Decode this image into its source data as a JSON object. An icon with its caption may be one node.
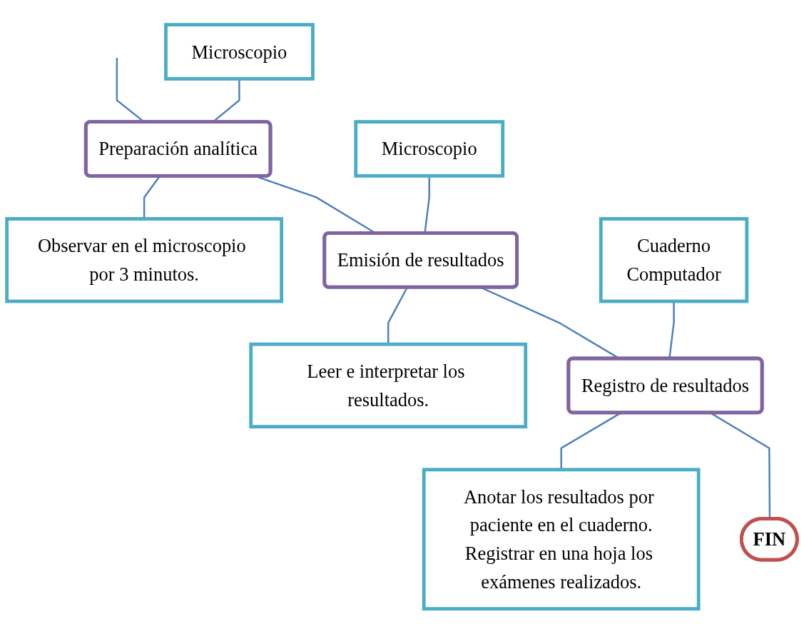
{
  "diagram": {
    "nodes": [
      {
        "text": [
          "Preparación analítica"
        ]
      },
      {
        "text": [
          "Microscopio"
        ]
      },
      {
        "text": [
          "Observar en el microscopio por 3 minutos."
        ]
      },
      {
        "text": [
          "Emisión de resultados"
        ]
      },
      {
        "text": [
          "Microscopio"
        ]
      },
      {
        "text": [
          "Leer e interpretar los resultados."
        ]
      },
      {
        "text": [
          "Registro de resultados"
        ]
      },
      {
        "text": [
          "Cuaderno",
          "Computador"
        ]
      },
      {
        "text": [
          "Anotar los resultados por paciente en el cuaderno.",
          "Registrar en una hoja los exámenes realizados."
        ]
      },
      {
        "text": [
          "FIN"
        ]
      }
    ],
    "edges": [
      {
        "from": null,
        "to": 0,
        "arrow": "none"
      },
      {
        "from": 1,
        "to": 0,
        "arrow": "none"
      },
      {
        "from": 0,
        "to": 2,
        "arrow": "none"
      },
      {
        "from": 0,
        "to": 3,
        "arrow": "none"
      },
      {
        "from": 4,
        "to": 3,
        "arrow": "none"
      },
      {
        "from": 3,
        "to": 5,
        "arrow": "none"
      },
      {
        "from": 3,
        "to": 6,
        "arrow": "none"
      },
      {
        "from": 7,
        "to": 6,
        "arrow": "none"
      },
      {
        "from": 6,
        "to": 8,
        "arrow": "none"
      },
      {
        "from": 6,
        "to": 9,
        "arrow": "none"
      }
    ]
  }
}
